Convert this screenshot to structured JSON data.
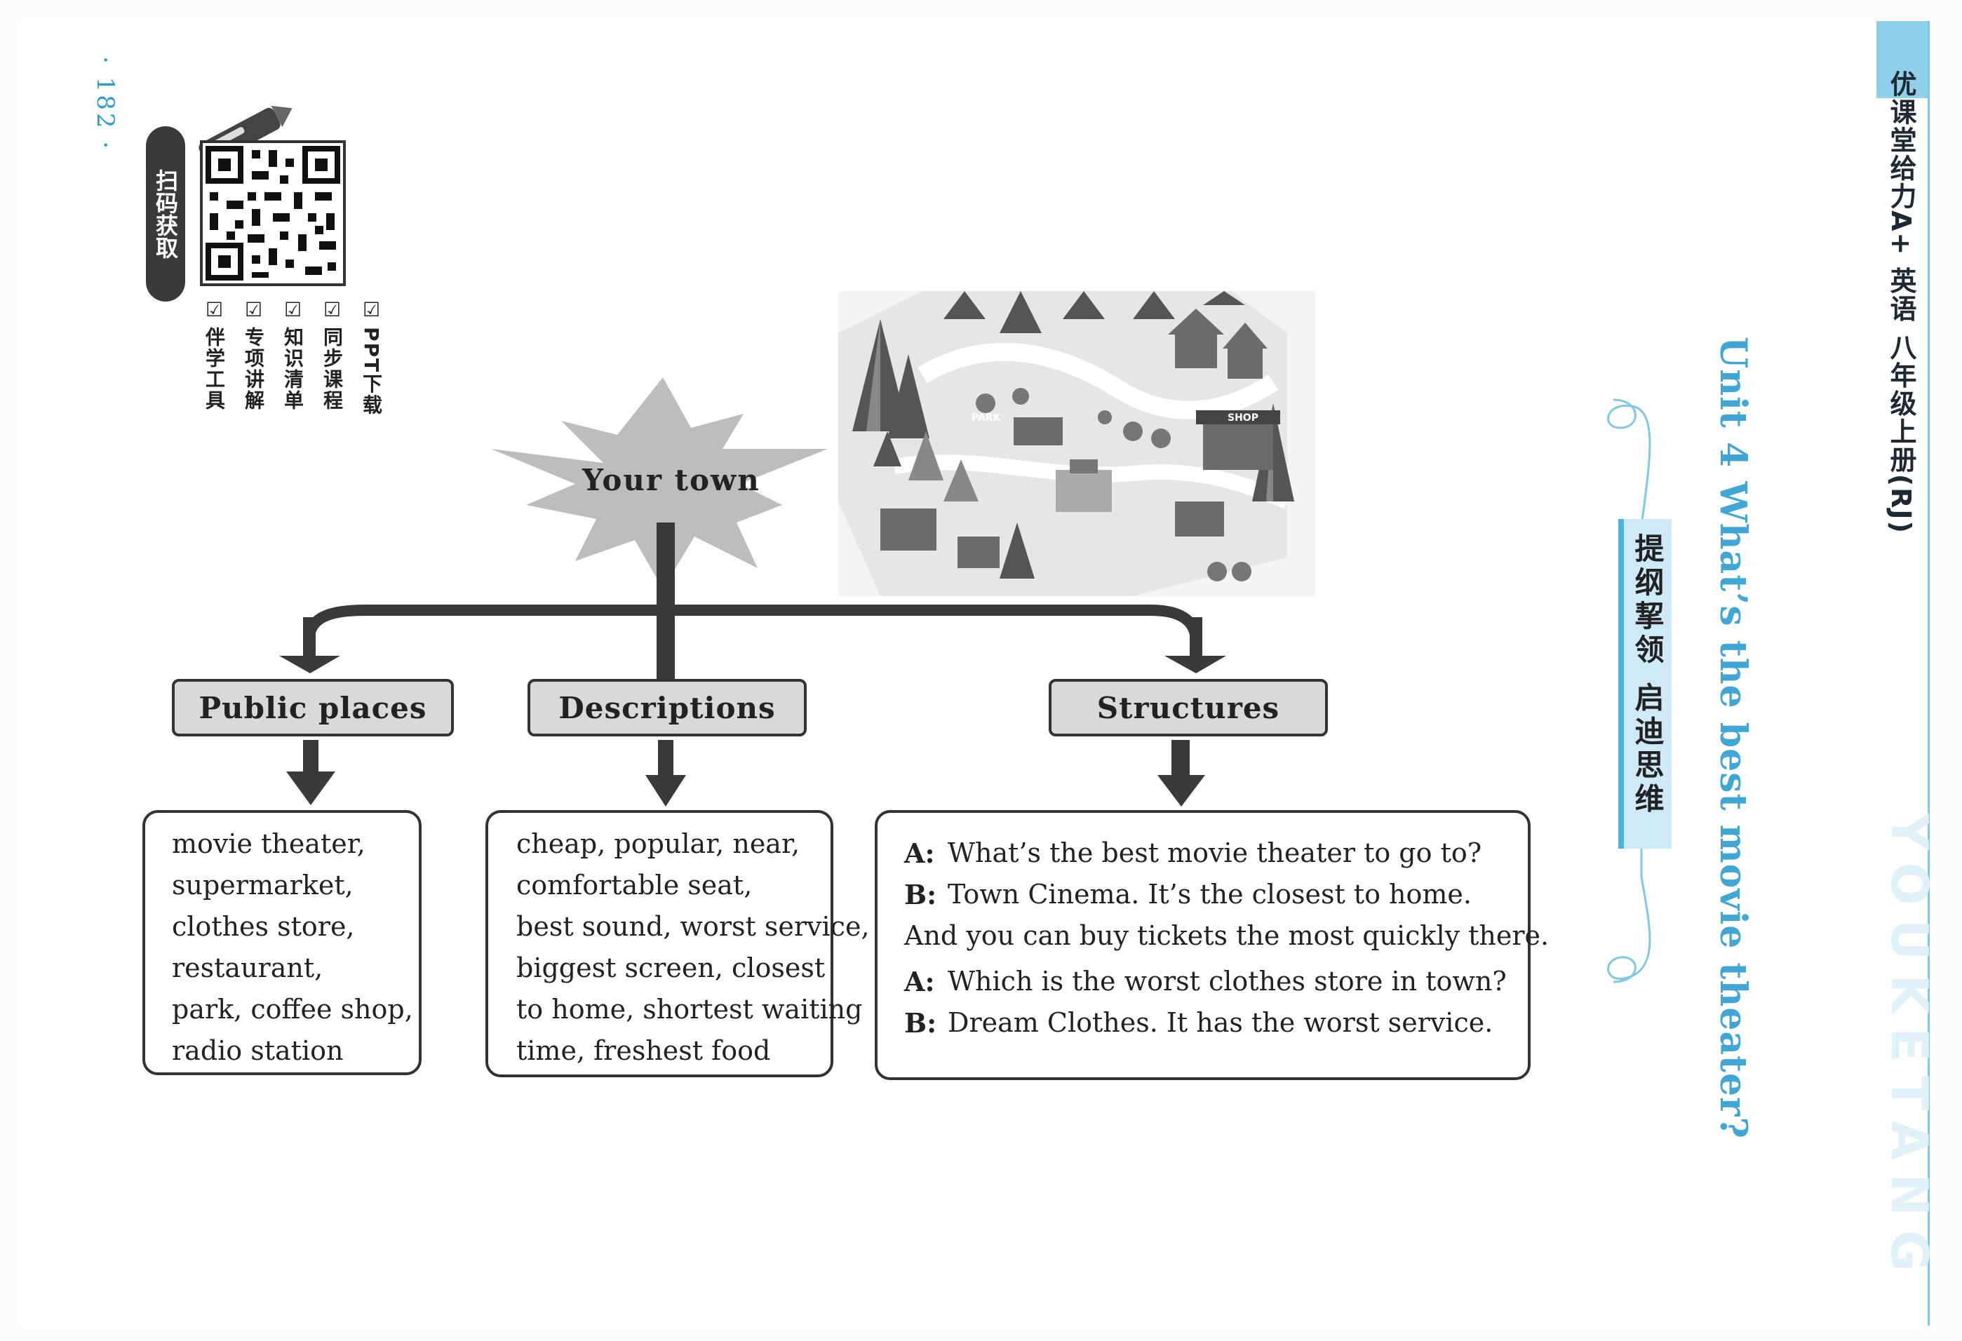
{
  "header": {
    "book_series": "优课堂给力A+ 英语 八年级上册(RJ)",
    "unit_title": "Unit 4   What’s the best movie theater?",
    "tagline": "提纲挈领  启迪思维",
    "watermark": "YOUKETANG",
    "page_number": "· 182 ·"
  },
  "qr_panel": {
    "scan_label": "扫码获取",
    "features": [
      "PPT下载",
      "同步课程",
      "知识清单",
      "专项讲解",
      "伴学工具"
    ],
    "check_mark": "☑"
  },
  "mind_map": {
    "center": "Your town",
    "branches": [
      {
        "title": "Public places",
        "items": [
          "movie theater,",
          "supermarket,",
          "clothes store,",
          "restaurant,",
          "park, coffee shop,",
          "radio station"
        ]
      },
      {
        "title": "Descriptions",
        "items": [
          "cheap, popular, near,",
          "comfortable seat,",
          "best sound, worst service,",
          "biggest screen, closest",
          "to home, shortest waiting",
          "time, freshest food"
        ]
      },
      {
        "title": "Structures",
        "dialog": [
          {
            "speaker": "A:",
            "text": "What’s the best movie theater to go to?"
          },
          {
            "speaker": "B:",
            "text": "Town Cinema. It’s  the closest to home."
          },
          {
            "speaker": "",
            "text": "And you can buy tickets the most quickly there."
          },
          {
            "speaker": "A:",
            "text": "Which is the worst clothes store in town?"
          },
          {
            "speaker": "B:",
            "text": "Dream Clothes. It has the worst service."
          }
        ]
      }
    ]
  },
  "illustration": {
    "signs": [
      "PARK",
      "SHOP"
    ]
  },
  "colors": {
    "accent_blue": "#3fa6d6",
    "band_blue": "#8fd0ea",
    "box_gray": "#d9d9d9",
    "burst_gray": "#bdbdbd",
    "arrow_dark": "#3a3a3a"
  }
}
